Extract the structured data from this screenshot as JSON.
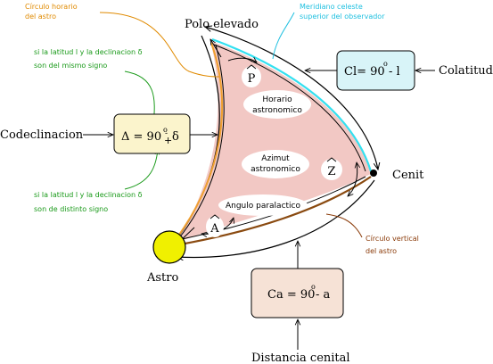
{
  "labels": {
    "polo_elevado": "Polo elevado",
    "meridiano_line1": "Meridiano celeste",
    "meridiano_line2": "superior del observador",
    "circulo_horario_line1": "Círculo horario",
    "circulo_horario_line2": "del astro",
    "mismo_signo_line1": "si la latitud l  y la declinacion δ",
    "mismo_signo_line2": "son del mismo signo",
    "distinto_signo_line1": "si la latitud l  y la declinacion δ",
    "distinto_signo_line2": "son de distinto signo",
    "codeclinacion": "Codeclinacion",
    "colatitud": "Colatitud",
    "cenit": "Cenit",
    "astro": "Astro",
    "circulo_vertical_line1": "Círculo vertical",
    "circulo_vertical_line2": "del astro",
    "distancia_cenital": "Distancia cenital"
  },
  "angles": {
    "horario_line1": "Horario",
    "horario_line2": "astronomico",
    "azimut_line1": "Azimut",
    "azimut_line2": "astronomico",
    "paralactico": "Angulo paralactico",
    "p_hat": "P",
    "z_hat": "Z",
    "a_hat": "A"
  },
  "formulas": {
    "cl_lhs": "Cl= 90",
    "cl_deg": "o",
    "cl_rhs": " - l",
    "delta_lhs": "Δ = 90",
    "delta_deg": "o",
    "delta_pm": "+",
    "delta_mp": "-",
    "delta_rhs": "δ",
    "ca_lhs": "Ca = 90",
    "ca_deg": "o",
    "ca_rhs": " - a"
  },
  "colors": {
    "triangle_fill": "#f2c8c4",
    "meridian": "#33e0f0",
    "hour_circle": "#f0a030",
    "vertical_circle": "#8a4a10",
    "formula_cl_fill": "#d8f4f8",
    "formula_delta_fill": "#fbf4cc",
    "formula_ca_fill": "#f6e2d6",
    "green_text": "#1a9a1a",
    "orange_text": "#e08a00",
    "cyan_text": "#20c0e0",
    "brown_text": "#8a3a08",
    "star": "#f0f000"
  }
}
